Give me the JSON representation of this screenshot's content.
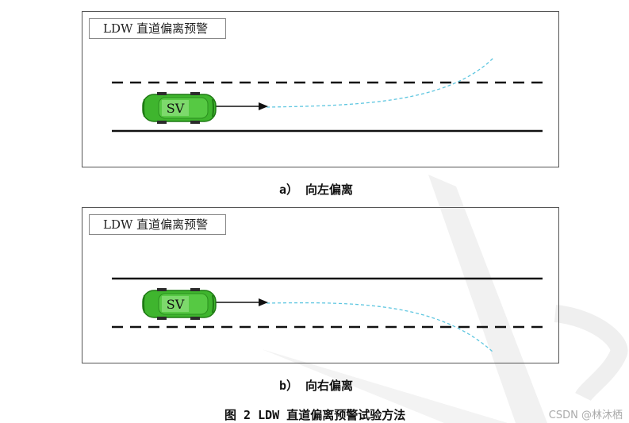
{
  "panels": [
    {
      "title": "LDW 直道偏离预警",
      "car_label": "SV",
      "caption": "a） 向左偏离"
    },
    {
      "title": "LDW 直道偏离预警",
      "car_label": "SV",
      "caption": "b） 向右偏离"
    }
  ],
  "figure_caption": "图 2  LDW 直道偏离预警试验方法",
  "watermark_text": "CSDN @林沐栖",
  "colors": {
    "car_body": "#3fb52e",
    "car_dark": "#1f7a14",
    "trajectory": "#5ec6e0",
    "lane": "#111111"
  }
}
